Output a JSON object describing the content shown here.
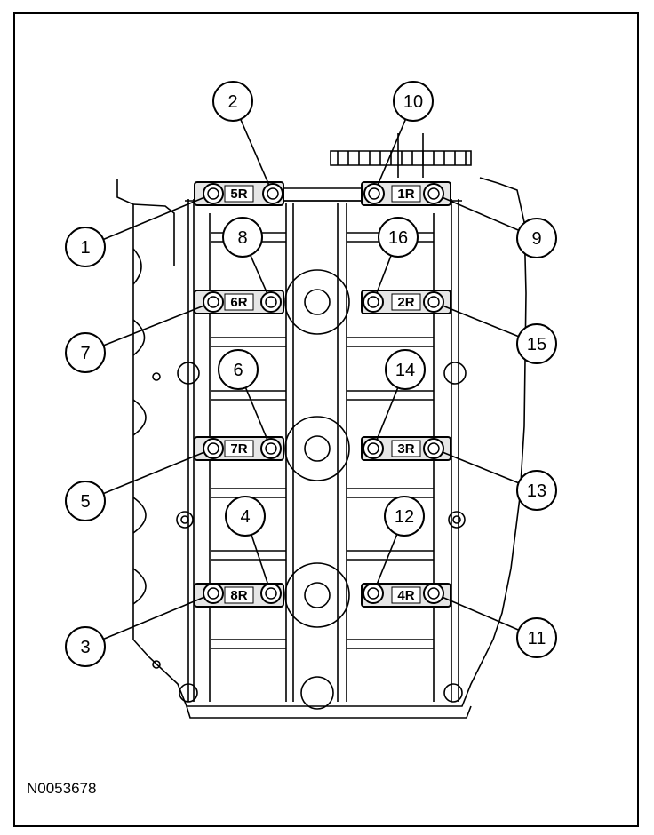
{
  "figure_id": "N0053678",
  "caps": [
    {
      "label": "5R"
    },
    {
      "label": "1R"
    },
    {
      "label": "6R"
    },
    {
      "label": "2R"
    },
    {
      "label": "7R"
    },
    {
      "label": "3R"
    },
    {
      "label": "8R"
    },
    {
      "label": "4R"
    }
  ],
  "callouts": [
    {
      "label": "1"
    },
    {
      "label": "2"
    },
    {
      "label": "3"
    },
    {
      "label": "4"
    },
    {
      "label": "5"
    },
    {
      "label": "6"
    },
    {
      "label": "7"
    },
    {
      "label": "8"
    },
    {
      "label": "9"
    },
    {
      "label": "10"
    },
    {
      "label": "11"
    },
    {
      "label": "12"
    },
    {
      "label": "13"
    },
    {
      "label": "14"
    },
    {
      "label": "15"
    },
    {
      "label": "16"
    }
  ],
  "colors": {
    "ink": "#000000",
    "paper": "#ffffff",
    "shade": "#e6e6e6"
  }
}
